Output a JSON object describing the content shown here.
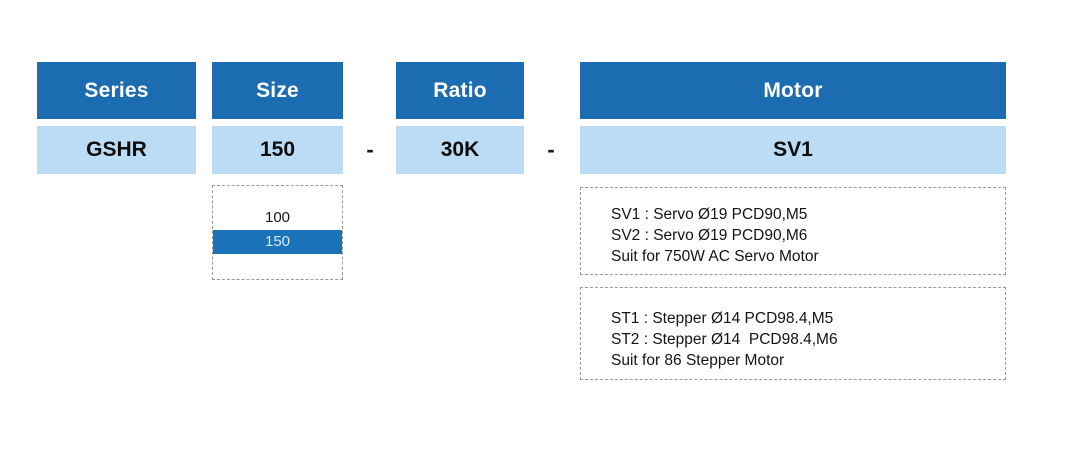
{
  "colors": {
    "header_blue": "#1b6cb0",
    "value_blue": "#bcdcf5",
    "highlight_blue": "#1a72b8",
    "dashed_border": "#9a9a9a",
    "text_dark": "#141414",
    "header_text": "#ffffff"
  },
  "code_row": {
    "separator": "-",
    "fields": [
      {
        "header": "Series",
        "value": "GSHR"
      },
      {
        "header": "Size",
        "value": "150"
      },
      {
        "header": "Ratio",
        "value": "30K"
      },
      {
        "header": "Motor",
        "value": "SV1"
      }
    ]
  },
  "size_options": {
    "items": [
      {
        "label": "100",
        "selected": false
      },
      {
        "label": "150",
        "selected": true
      }
    ]
  },
  "motor_info": {
    "servo": {
      "lines": [
        "SV1 : Servo Ø19 PCD90,M5",
        "SV2 : Servo Ø19 PCD90,M6",
        "Suit for 750W AC Servo Motor"
      ]
    },
    "stepper": {
      "lines": [
        "ST1 : Stepper Ø14 PCD98.4,M5",
        "ST2 : Stepper Ø14  PCD98.4,M6",
        "Suit for 86 Stepper Motor"
      ]
    }
  }
}
